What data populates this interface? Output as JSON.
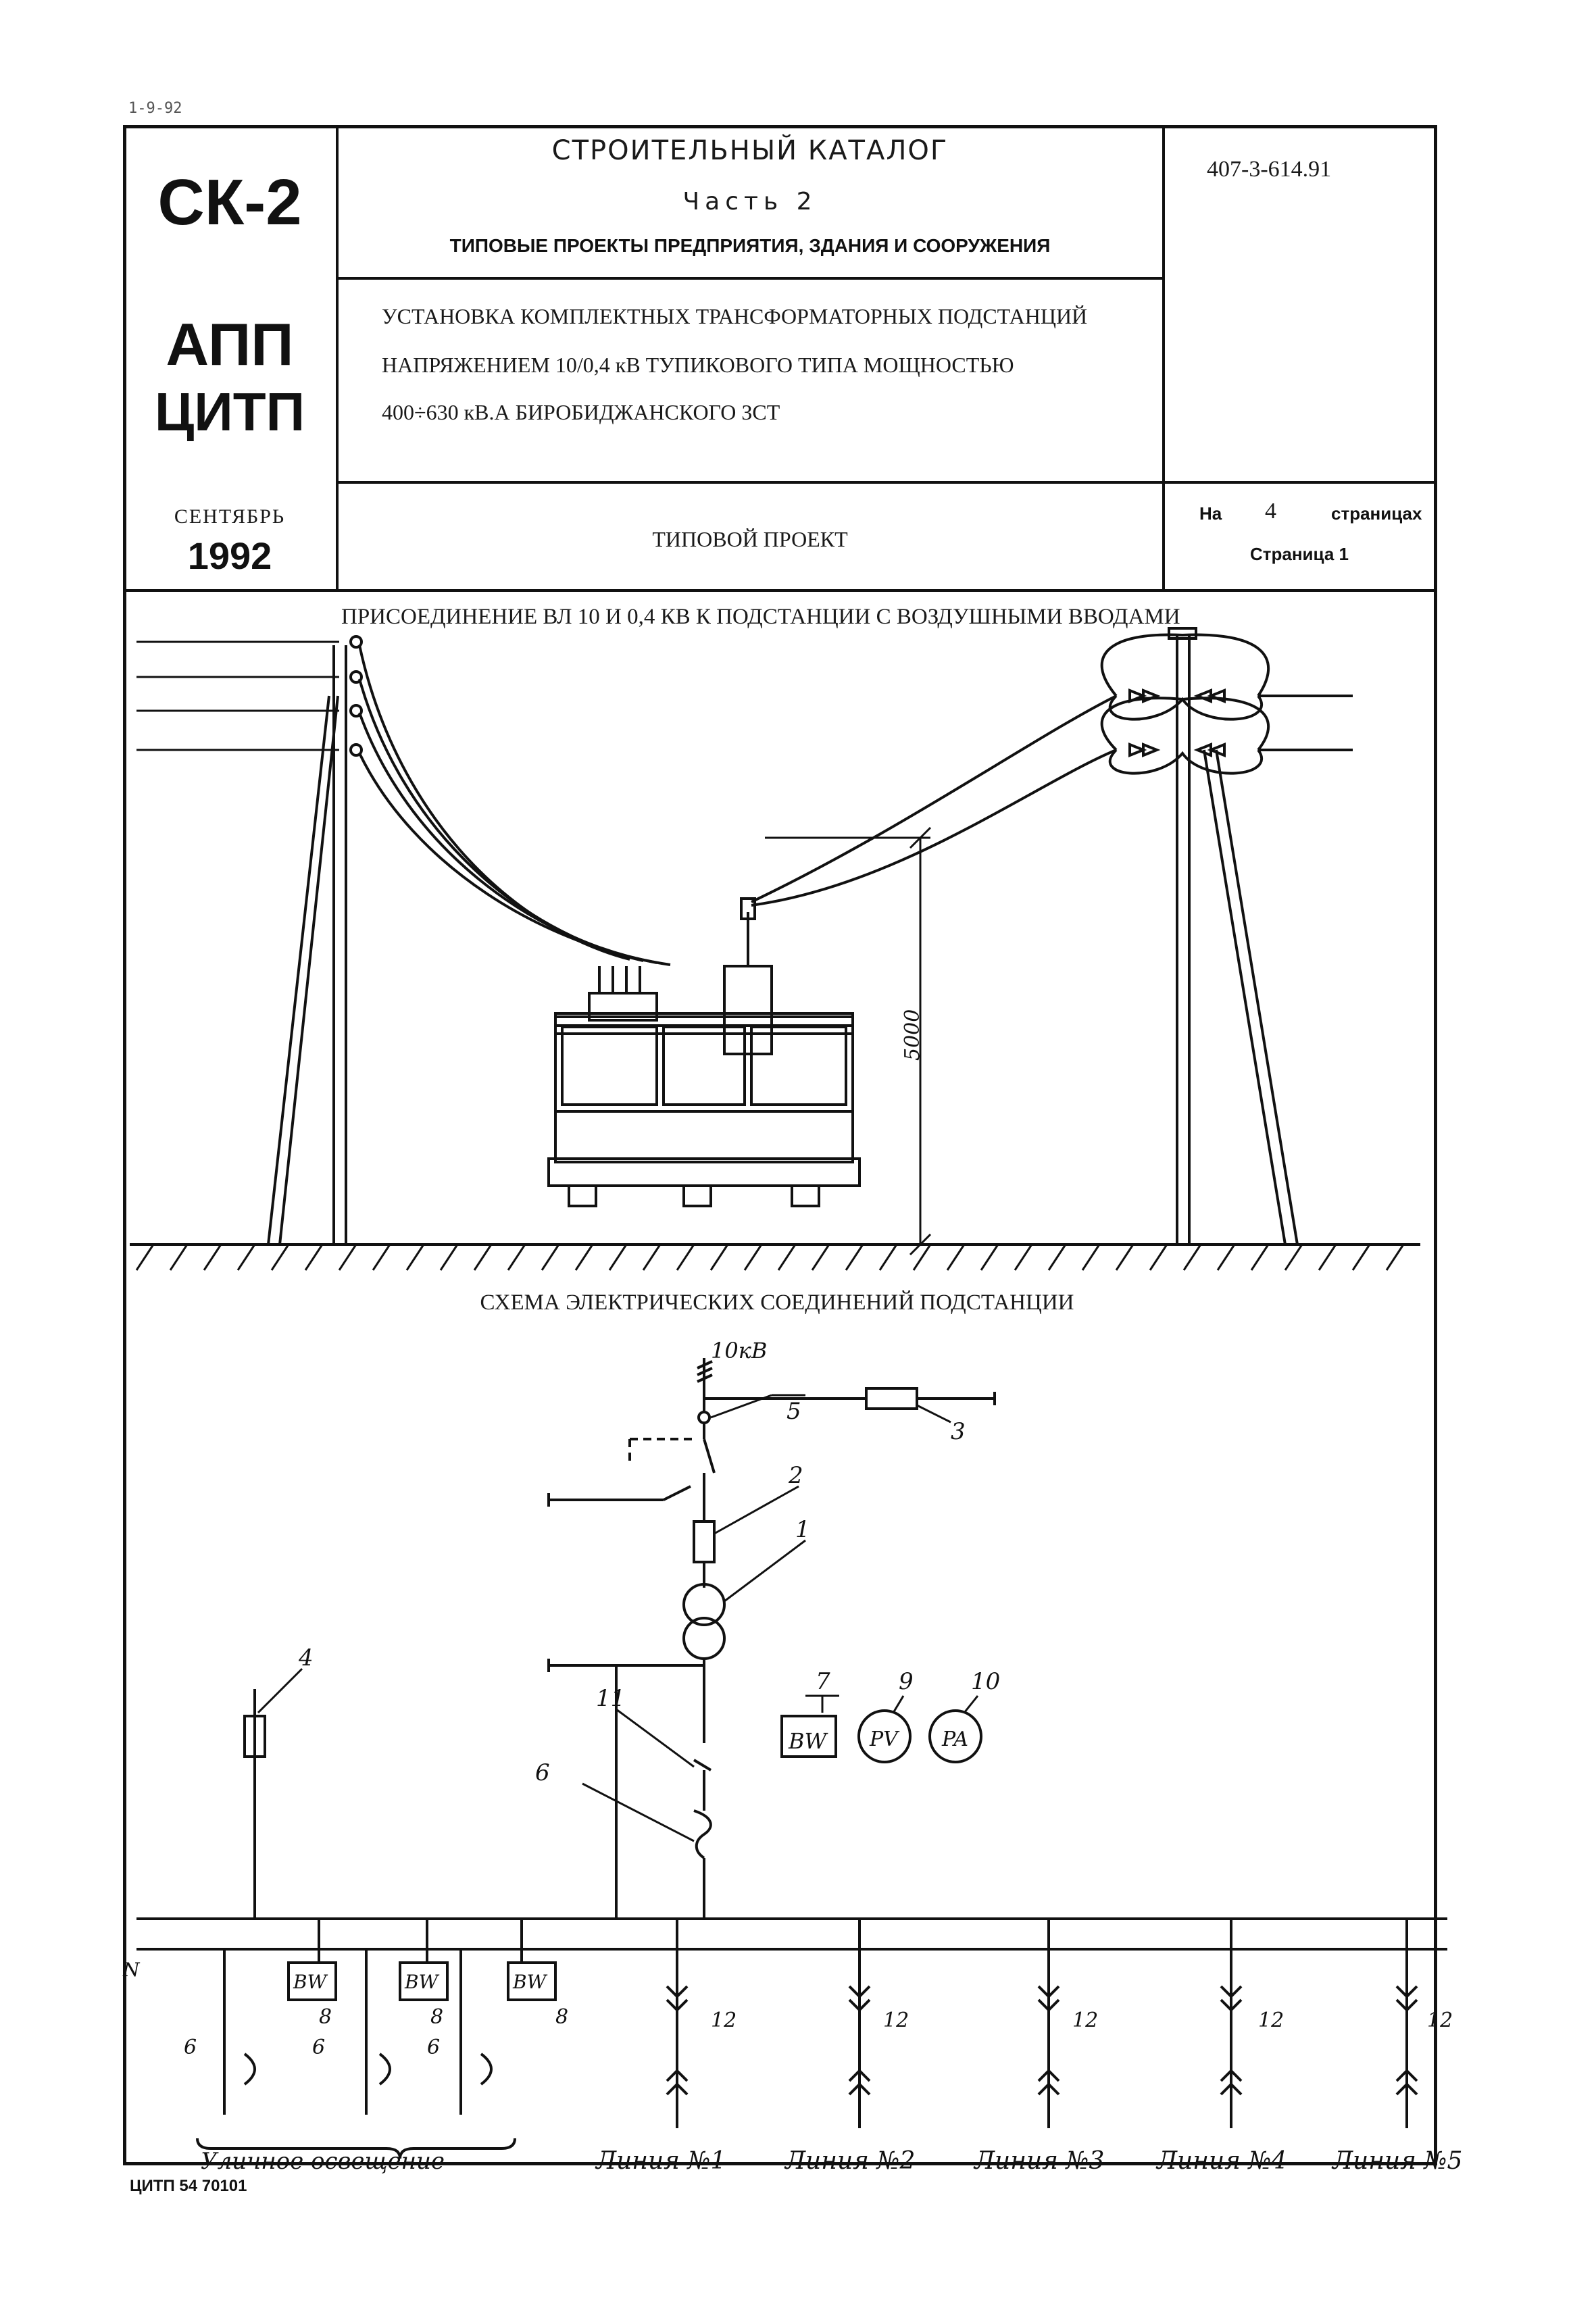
{
  "top_mark": "1-9-92",
  "header": {
    "catalog_code": "СК-2",
    "catalog_title": "СТРОИТЕЛЬНЫЙ КАТАЛОГ",
    "catalog_part": "Часть 2",
    "catalog_subtitle": "ТИПОВЫЕ ПРОЕКТЫ ПРЕДПРИЯТИЯ, ЗДАНИЯ И СООРУЖЕНИЯ",
    "project_number": "407-3-614.91",
    "org_line1": "АПП",
    "org_line2": "ЦИТП",
    "description_line1": "УСТАНОВКА КОМПЛЕКТНЫХ ТРАНСФОРМАТОРНЫХ ПОДСТАНЦИЙ",
    "description_line2": "НАПРЯЖЕНИЕМ 10/0,4 кВ ТУПИКОВОГО ТИПА МОЩНОСТЬЮ",
    "description_line3": "400÷630 кВ.А БИРОБИДЖАНСКОГО ЗСТ",
    "month": "СЕНТЯБРЬ",
    "year": "1992",
    "doc_type": "ТИПОВОЙ ПРОЕКТ",
    "pages_prefix": "На",
    "pages_count": "4",
    "pages_suffix": "страницах",
    "page_label": "Страница 1"
  },
  "drawing1": {
    "title": "ПРИСОЕДИНЕНИЕ ВЛ 10 И 0,4 КВ К ПОДСТАНЦИИ С ВОЗДУШНЫМИ ВВОДАМИ",
    "dimension": "5000"
  },
  "drawing2": {
    "title": "СХЕМА ЭЛЕКТРИЧЕСКИХ СОЕДИНЕНИЙ ПОДСТАНЦИИ",
    "voltage": "10кВ",
    "label_5": "5",
    "label_3": "3",
    "label_2": "2",
    "label_1": "1",
    "label_11": "11",
    "label_6": "6",
    "label_4": "4",
    "label_7": "7",
    "label_9": "9",
    "label_10": "10",
    "label_8": "8",
    "label_12": "12",
    "meter_bw": "BW",
    "meter_pv": "PV",
    "meter_pa": "PA",
    "bus_n": "N",
    "street_lighting": "Уличное освещение",
    "lines": [
      "Линия №1",
      "Линия №2",
      "Линия №3",
      "Линия №4",
      "Линия №5"
    ]
  },
  "footer_code": "ЦИТП 54 70101"
}
